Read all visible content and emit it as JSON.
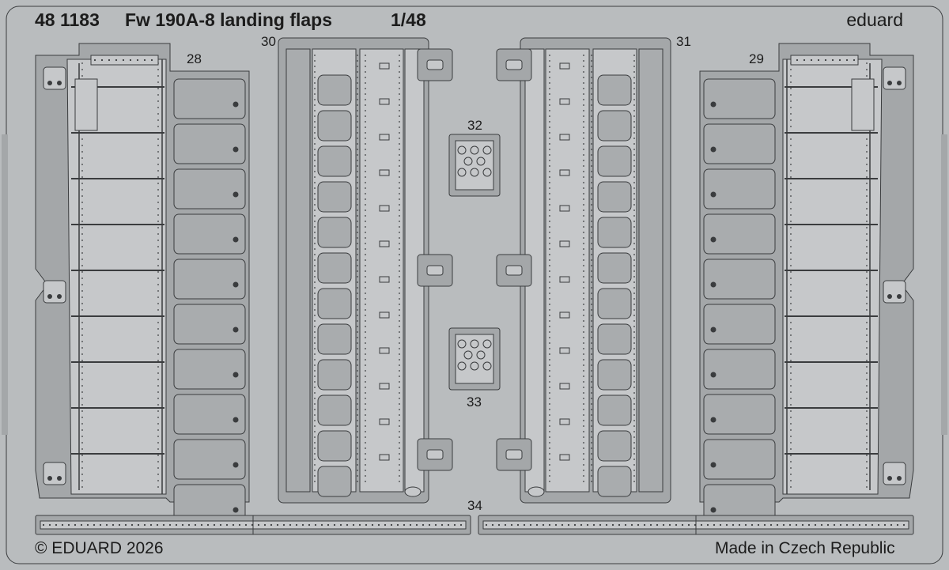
{
  "header": {
    "product_code": "48 1183",
    "product_name": "Fw 190A-8 landing flaps",
    "scale": "1/48",
    "brand": "eduard"
  },
  "parts": [
    {
      "number": "28"
    },
    {
      "number": "29"
    },
    {
      "number": "30"
    },
    {
      "number": "31"
    },
    {
      "number": "32"
    },
    {
      "number": "33"
    },
    {
      "number": "34"
    }
  ],
  "footer": {
    "copyright": "© EDUARD 2026",
    "origin": "Made in Czech Republic"
  },
  "colors": {
    "sheet": "#b9bcbe",
    "frame": "#a4a7a9",
    "part_light": "#c6c8ca",
    "part_dark": "#a9acae",
    "line": "#3a3c3e"
  }
}
